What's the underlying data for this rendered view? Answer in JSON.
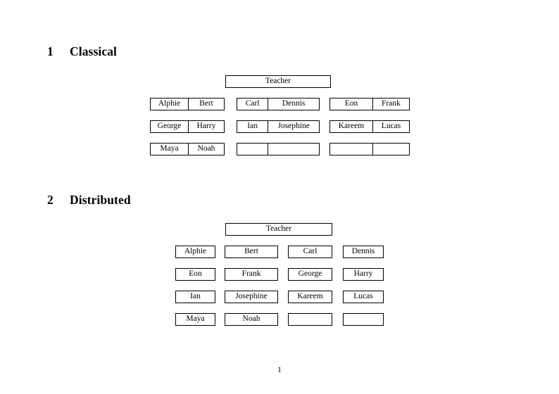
{
  "document": {
    "page_number": "1"
  },
  "sections": [
    {
      "number": "1",
      "title": "Classical",
      "teacher_label": "Teacher",
      "groups": [
        {
          "name": "group-left",
          "rows": [
            [
              "Alphie",
              "Bert"
            ],
            [
              "George",
              "Harry"
            ],
            [
              "Maya",
              "Noah"
            ]
          ]
        },
        {
          "name": "group-middle",
          "rows": [
            [
              "Carl",
              "Dennis"
            ],
            [
              "Ian",
              "Josephine"
            ],
            [
              "",
              ""
            ]
          ]
        },
        {
          "name": "group-right",
          "rows": [
            [
              "Eon",
              "Frank"
            ],
            [
              "Kareem",
              "Lucas"
            ],
            [
              "",
              ""
            ]
          ]
        }
      ]
    },
    {
      "number": "2",
      "title": "Distributed",
      "teacher_label": "Teacher",
      "rows": [
        [
          "Alphie",
          "Bert",
          "Carl",
          "Dennis"
        ],
        [
          "Eon",
          "Frank",
          "George",
          "Harry"
        ],
        [
          "Ian",
          "Josephine",
          "Kareem",
          "Lucas"
        ],
        [
          "Maya",
          "Noah",
          "",
          ""
        ]
      ]
    }
  ]
}
